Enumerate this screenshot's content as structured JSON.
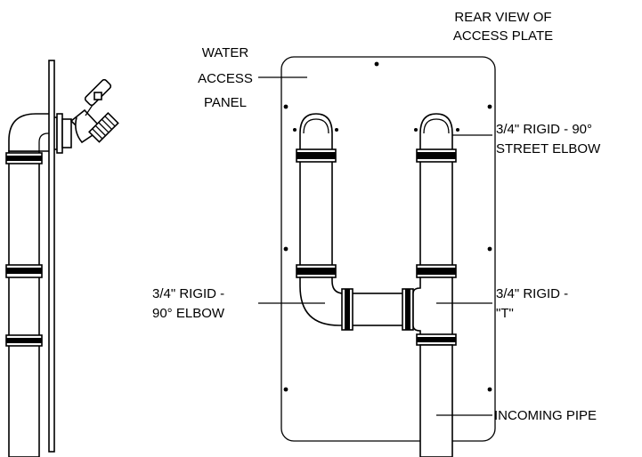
{
  "labels": {
    "rear_view": [
      "REAR VIEW OF",
      "ACCESS PLATE"
    ],
    "panel": [
      "WATER",
      "ACCESS",
      "PANEL"
    ],
    "street_elbow": [
      "3/4\" RIGID - 90°",
      "STREET ELBOW"
    ],
    "elbow": [
      "3/4\" RIGID -",
      "90° ELBOW"
    ],
    "tee": [
      "3/4\" RIGID -",
      "\"T\""
    ],
    "incoming": [
      "INCOMING PIPE"
    ]
  },
  "colors": {
    "line": "#000000",
    "background": "#ffffff"
  },
  "icons": [
    "hose-bib-icon"
  ]
}
